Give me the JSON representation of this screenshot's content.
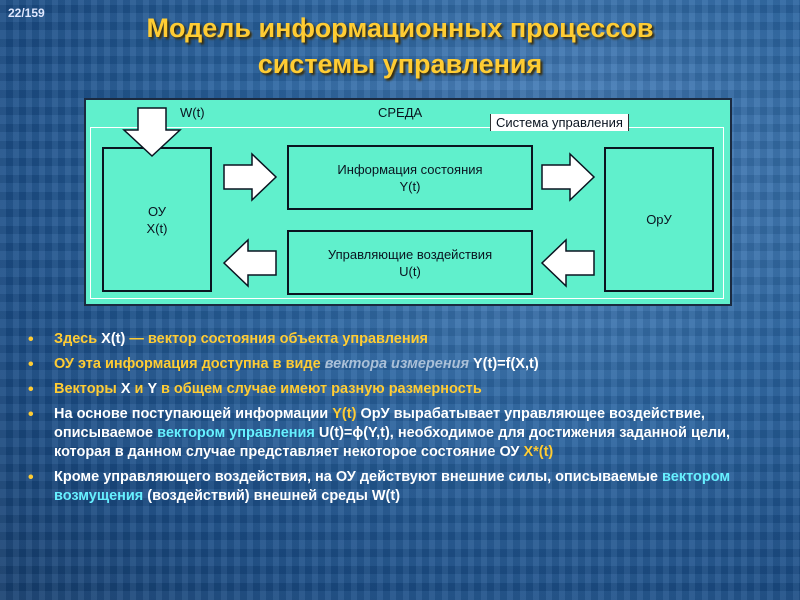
{
  "slide": {
    "number": "22/159"
  },
  "title": {
    "line1": "Модель информационных процессов",
    "line2": "системы управления"
  },
  "diagram": {
    "environment_label": "СРЕДА",
    "disturbance_label": "W(t)",
    "system_label": "Система управления",
    "object": {
      "name": "ОУ",
      "vector": "X(t)"
    },
    "controller": {
      "name": "ОрУ"
    },
    "state_info": {
      "name": "Информация состояния",
      "vector": "Y(t)"
    },
    "control_action": {
      "name": "Управляющие воздействия",
      "vector": "U(t)"
    },
    "colors": {
      "background": "#60f0cc",
      "border": "#0a1420",
      "arrow_fill": "#ffffff"
    }
  },
  "bullets": {
    "b1": {
      "p1": "Здесь ",
      "p2": "X(t)",
      "p3": " — вектор состояния объекта управления"
    },
    "b2": {
      "p1": "ОУ эта информация доступна в виде ",
      "p2": "вектора измерения",
      "p3": " Y(t)=f(X,t)"
    },
    "b3": {
      "p1": "Векторы ",
      "p2": "X",
      "p3": " и ",
      "p4": "Y",
      "p5": " в общем случае имеют разную размерность"
    },
    "b4": {
      "p1": "На основе поступающей информации ",
      "p2": "Y(t)",
      "p3": " ОрУ вырабатывает управляющее воздействие, описываемое ",
      "p4": "вектором управления",
      "p5": " U(t)=ϕ(Y,t), необходимое для достижения заданной цели, которая в данном случае представляет некоторое состояние ОУ ",
      "p6": "X*(t)"
    },
    "b5": {
      "p1": "Кроме управляющего воздействия, на ОУ действуют внешние силы, описываемые ",
      "p2": "вектором возмущения",
      "p3": " (воздействий) внешней среды W(t)"
    }
  },
  "colors": {
    "title": "#ffcc33",
    "accent_yellow": "#ffcc33",
    "accent_cyan": "#66f0ff",
    "text": "#ffffff"
  }
}
